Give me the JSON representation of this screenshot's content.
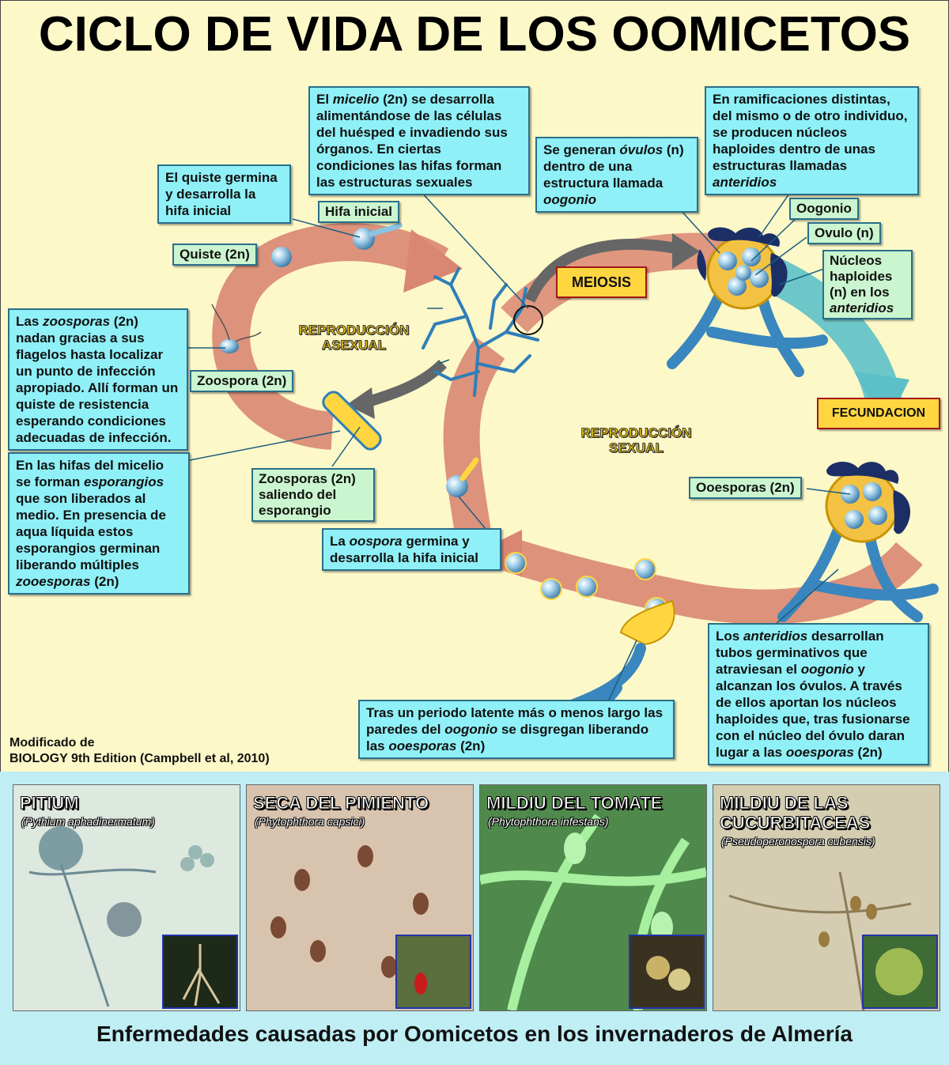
{
  "title": "CICLO DE VIDA DE LOS OOMICETOS",
  "boxes": {
    "micelio": {
      "p1": "El ",
      "em": "micelio",
      "p2": " (2n) se desarrolla alimentándose de las células del huésped e invadiendo sus órganos. En ciertas condiciones las hifas  forman las estructuras sexuales"
    },
    "anteridios_top": {
      "p1": "En ramificaciones distintas, del mismo o de otro individuo, se producen núcleos haploides dentro de unas estructuras llamadas ",
      "em": "anteridios"
    },
    "ovulos": {
      "p1": "Se generan ",
      "em1": "óvulos",
      "p2": " (n) dentro de una estructura llamada ",
      "em2": "oogonio"
    },
    "quiste_germina": {
      "text": "El quiste germina y desarrolla la hifa inicial"
    },
    "zoosporas": {
      "p1": "Las ",
      "em": "zoosporas",
      "p2": " (2n) nadan gracias a sus flagelos hasta localizar un punto de infección apropiado. Allí forman un quiste de resistencia esperando condiciones adecuadas de infección."
    },
    "esporangios": {
      "p1": "En las hifas del micelio se forman ",
      "em1": "esporangios",
      "p2": " que son liberados al medio. En presencia de aqua líquida estos esporangios germinan liberando múltiples ",
      "em2": "zooesporas",
      "p3": " (2n)"
    },
    "oospora_germina": {
      "p1": "La ",
      "em": "oospora",
      "p2": " germina y desarrolla la hifa inicial"
    },
    "latente": {
      "p1": "Tras un periodo latente más o menos largo las paredes del ",
      "em1": "oogonio",
      "p2": " se disgregan liberando las ",
      "em2": "ooesporas",
      "p3": " (2n)"
    },
    "anteridios_bottom": {
      "p1": "Los ",
      "em1": "anteridios",
      "p2": " desarrollan tubos germinativos que atraviesan el ",
      "em2": "oogonio",
      "p3": " y alcanzan los óvulos. A través de ellos aportan los núcleos haploides que, tras fusionarse con el núcleo del óvulo daran lugar a las ",
      "em3": "ooesporas",
      "p4": " (2n)"
    }
  },
  "labels": {
    "hifa_inicial": "Hifa inicial",
    "quiste": "Quiste (2n)",
    "zoospora": "Zoospora (2n)",
    "zoosporas_saliendo": "Zoosporas (2n) saliendo del esporangio",
    "oogonio": "Oogonio",
    "ovulo": "Ovulo (n)",
    "nucleos": {
      "p1": "Núcleos haploides (n) en los ",
      "em": "anteridios"
    },
    "ooesporas": "Ooesporas (2n)"
  },
  "highlights": {
    "meiosis": "MEIOSIS",
    "fecundacion": "FECUNDACION"
  },
  "stages": {
    "asexual_1": "REPRODUCCIÓN",
    "asexual_2": "ASEXUAL",
    "sexual_1": "REPRODUCCIÓN",
    "sexual_2": "SEXUAL"
  },
  "credit": {
    "line1": "Modificado de",
    "line2": "BIOLOGY 9th Edition (Campbell et al, 2010)"
  },
  "photos": [
    {
      "title": "PITIUM",
      "species": "(Pythium aphadinermatum)"
    },
    {
      "title": "SECA DEL PIMIENTO",
      "species": "(Phytophthora capsici)"
    },
    {
      "title": "MILDIU DEL TOMATE",
      "species": "(Phytophthora infestans)"
    },
    {
      "title": "MILDIU DE LAS CUCURBITACEAS",
      "species": "(Pseudoperonospora cubensis)"
    }
  ],
  "footer": "Enfermedades causadas por Oomicetos en los invernaderos de Almería",
  "colors": {
    "cycle_asexual": "#d98672",
    "cycle_sexual": "#5dc0c8",
    "box_fill": "#8ff0f7",
    "label_fill": "#cbf5cf",
    "highlight_fill": "#ffd640",
    "background": "#fdf8c8",
    "hyphae": "#2f7fb8"
  }
}
